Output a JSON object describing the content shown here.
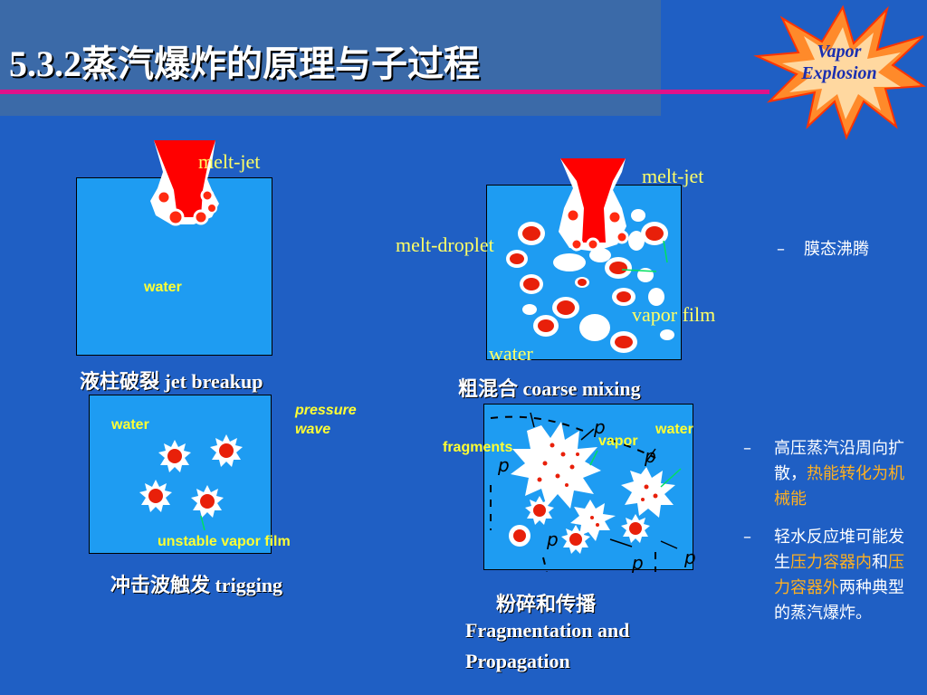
{
  "slide": {
    "title": "5.3.2蒸汽爆炸的原理与子过程",
    "badge": {
      "line1": "Vapor",
      "line2": "Explosion"
    }
  },
  "panel1": {
    "melt_jet": "melt-jet",
    "water": "water",
    "caption": "液柱破裂 jet breakup"
  },
  "panel2": {
    "melt_jet": "melt-jet",
    "melt_droplet": "melt-droplet",
    "vapor_film": "vapor film",
    "water": "water",
    "caption": "粗混合 coarse mixing"
  },
  "panel3": {
    "water": "water",
    "pressure_line1": "pressure",
    "pressure_line2": "wave",
    "unstable": "unstable vapor film",
    "caption": "冲击波触发 trigging"
  },
  "panel4": {
    "water": "water",
    "vapor": "vapor",
    "fragments": "fragments",
    "p": "p",
    "caption_line1": "粉碎和传播",
    "caption_line2": "Fragmentation and",
    "caption_line3": "Propagation"
  },
  "bullets": {
    "dash": "–",
    "b1": "膜态沸腾",
    "b2_a": "高压蒸汽沿周向扩散，",
    "b2_b": "热能转化为机械能",
    "b3_a": "轻水反应堆可能发生",
    "b3_b": "压力容器内",
    "b3_c": "和",
    "b3_d": "压力容器外",
    "b3_e": "两种典型的蒸汽爆炸。"
  },
  "colors": {
    "background": "#1f5fc4",
    "water": "#1e9cf2",
    "melt": "#ff0000",
    "label": "#ffff66",
    "rule": "#e0128a",
    "highlight": "#ffb020"
  },
  "icons": {
    "badge": "starburst-icon",
    "droplet": "melt-droplet-icon",
    "fragment": "spiky-fragment-icon"
  }
}
